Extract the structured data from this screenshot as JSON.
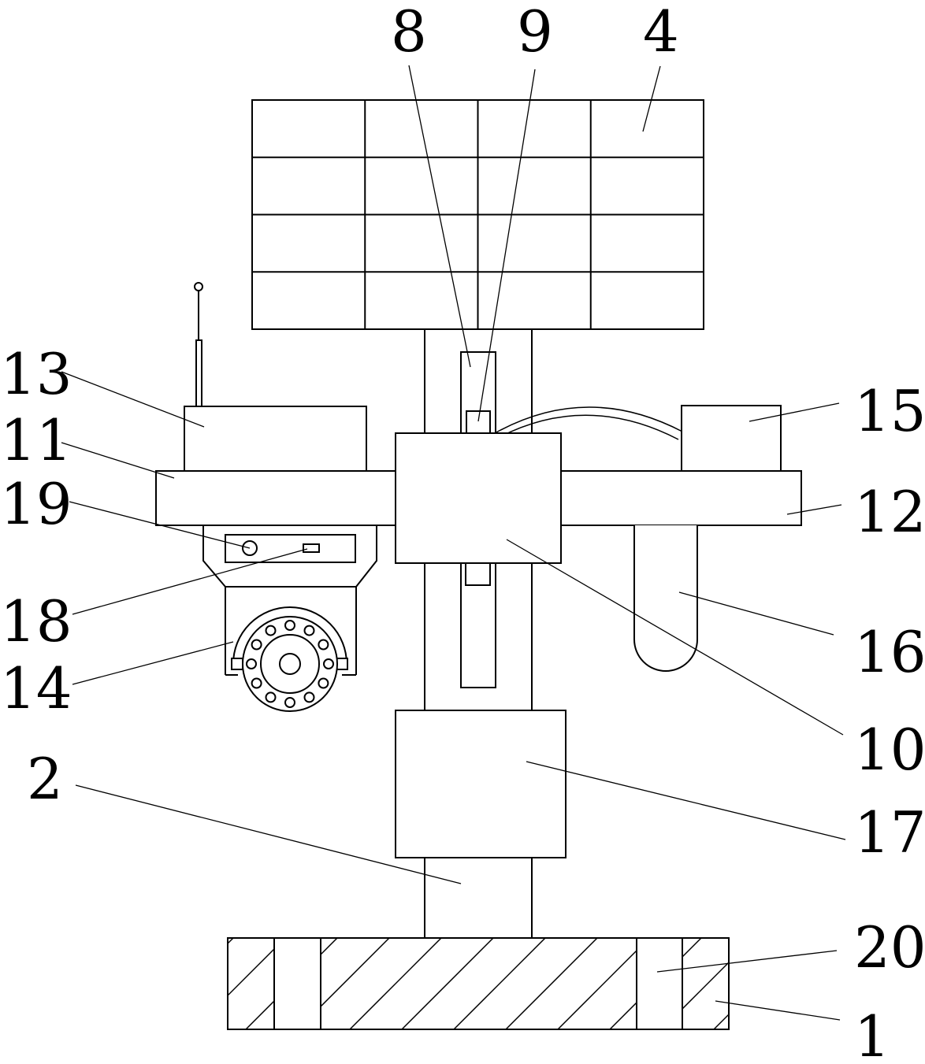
{
  "labels": {
    "l8": "8",
    "l9": "9",
    "l4": "4",
    "l13": "13",
    "l11": "11",
    "l19": "19",
    "l18": "18",
    "l14": "14",
    "l2": "2",
    "l15": "15",
    "l12": "12",
    "l16": "16",
    "l10": "10",
    "l17": "17",
    "l20": "20",
    "l1": "1"
  },
  "solar_panel": {
    "rows": 4,
    "cols": 4
  },
  "camera_leds": 12,
  "colors": {
    "stroke": "#000000",
    "background": "#ffffff"
  }
}
